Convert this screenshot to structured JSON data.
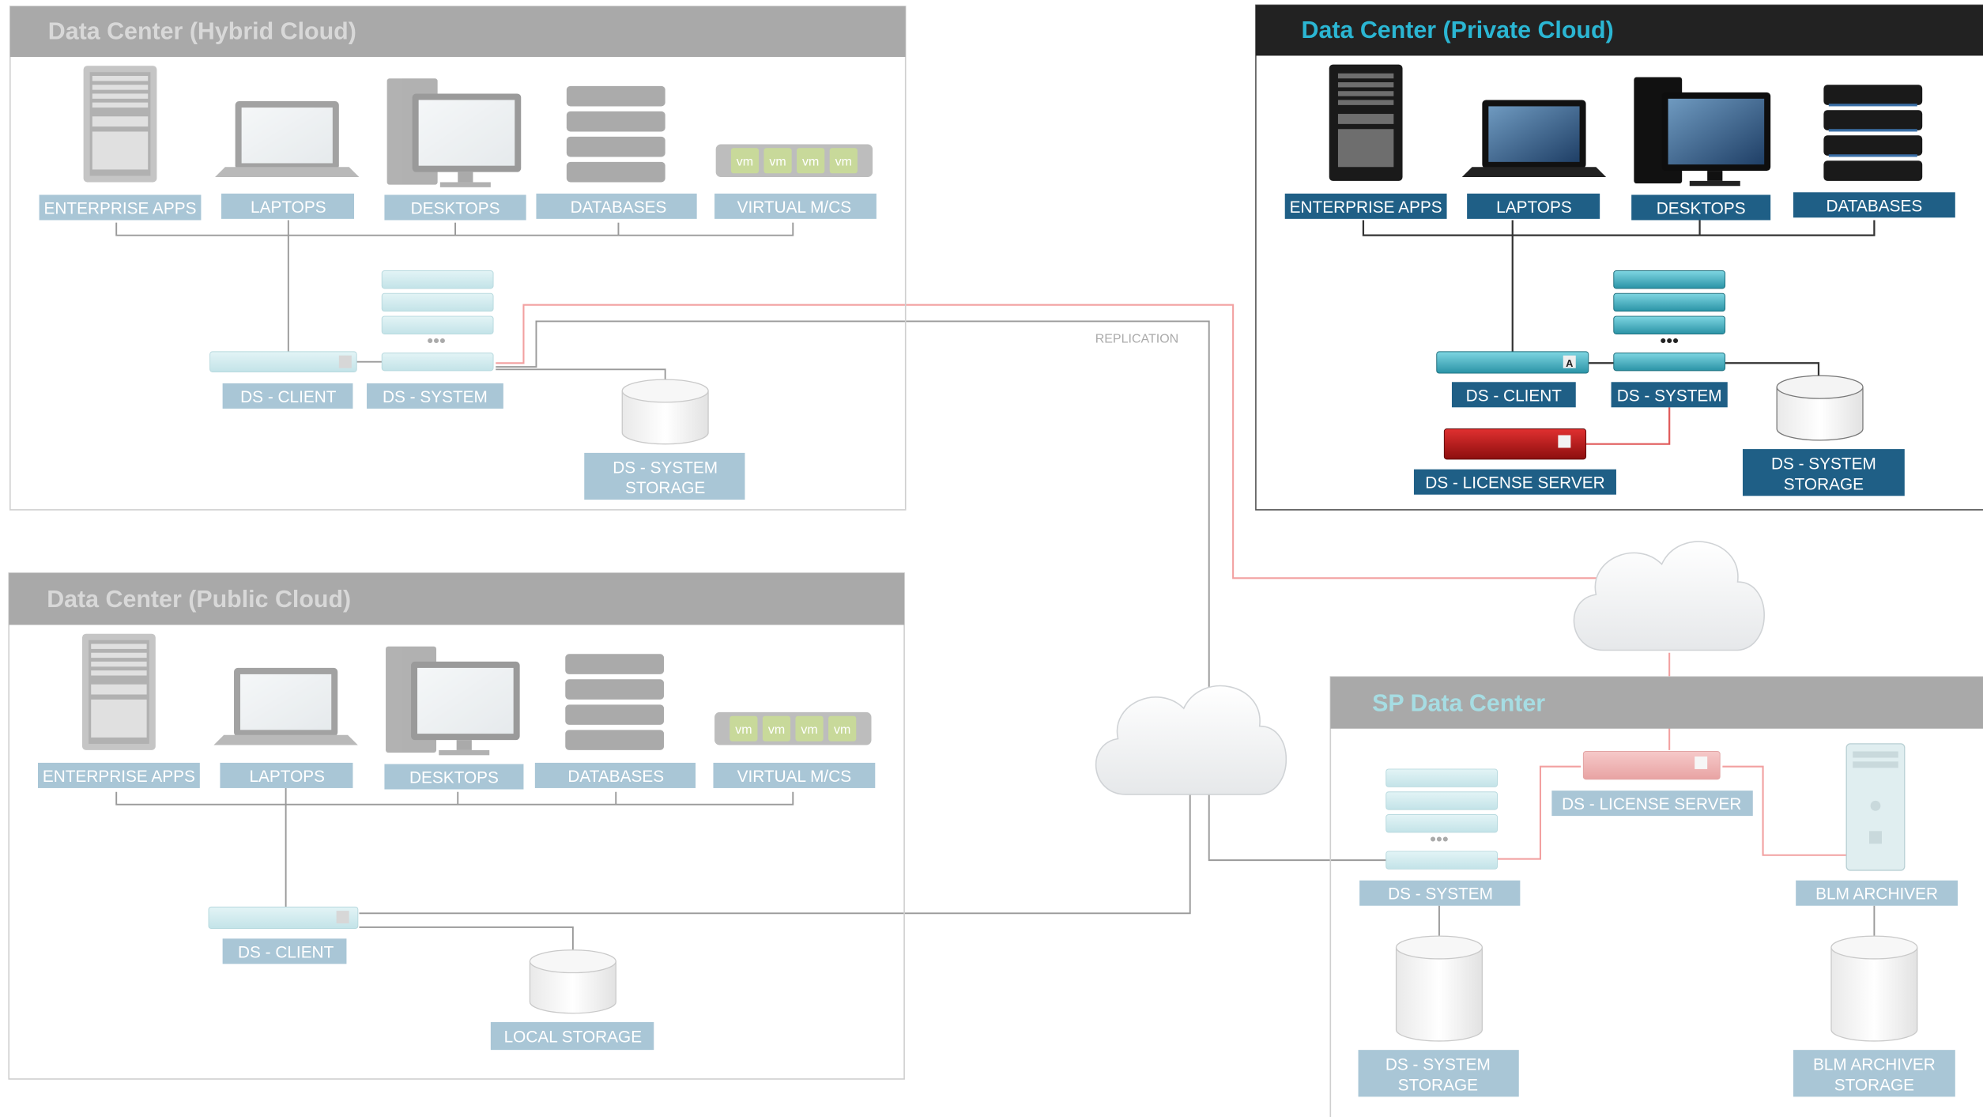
{
  "colors": {
    "faded_label": "#a9c6d6",
    "faded_header": "#a9a9a9",
    "private_header": "#222222",
    "private_title": "#2bb6d3",
    "strong_label": "#1f5f86",
    "sp_title": "#a6dde3",
    "replication_line": "#f2a0a0",
    "license_line": "#e05a5a",
    "gray_line": "#8a8a8a"
  },
  "hybrid": {
    "title": "Data Center (Hybrid Cloud)",
    "labels": {
      "enterprise_apps": "ENTERPRISE APPS",
      "laptops": "LAPTOPS",
      "desktops": "DESKTOPS",
      "databases": "DATABASES",
      "virtual": "VIRTUAL M/CS",
      "ds_client": "DS - CLIENT",
      "ds_system": "DS - SYSTEM",
      "ds_storage_1": "DS - SYSTEM",
      "ds_storage_2": "STORAGE"
    }
  },
  "private": {
    "title": "Data Center (Private Cloud)",
    "labels": {
      "enterprise_apps": "ENTERPRISE APPS",
      "laptops": "LAPTOPS",
      "desktops": "DESKTOPS",
      "databases": "DATABASES",
      "ds_client": "DS - CLIENT",
      "ds_system": "DS - SYSTEM",
      "license_server": "DS - LICENSE SERVER",
      "ds_storage_1": "DS - SYSTEM",
      "ds_storage_2": "STORAGE"
    }
  },
  "public": {
    "title": "Data Center (Public Cloud)",
    "labels": {
      "enterprise_apps": "ENTERPRISE APPS",
      "laptops": "LAPTOPS",
      "desktops": "DESKTOPS",
      "databases": "DATABASES",
      "virtual": "VIRTUAL M/CS",
      "ds_client": "DS - CLIENT",
      "local_storage": "LOCAL STORAGE"
    }
  },
  "sp": {
    "title": "SP Data Center",
    "labels": {
      "ds_system": "DS - SYSTEM",
      "license_server": "DS - LICENSE SERVER",
      "blm_archiver": "BLM ARCHIVER",
      "ds_storage_1": "DS - SYSTEM",
      "ds_storage_2": "STORAGE",
      "blm_storage_1": "BLM ARCHIVER",
      "blm_storage_2": "STORAGE"
    }
  },
  "replication_label": "REPLICATION",
  "vm_badge": "vm",
  "rack_badge": "A",
  "icons": [
    "server-tower-icon",
    "laptop-icon",
    "desktop-icon",
    "database-icon",
    "vm-host-icon",
    "rack-server-icon",
    "license-server-icon",
    "storage-cylinder-icon",
    "cloud-icon",
    "archiver-tower-icon"
  ]
}
